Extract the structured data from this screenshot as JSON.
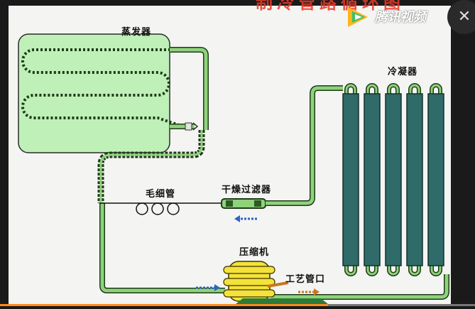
{
  "diagram": {
    "evaporator_label": "蒸发器",
    "condenser_label": "冷凝器",
    "capillary_label": "毛细管",
    "filter_drier_label": "干燥过滤器",
    "compressor_label": "压缩机",
    "process_pipe_label": "工艺管口"
  },
  "overlay": {
    "title_text": "制冷管路循环图",
    "watermark_text": "腾讯视频",
    "close_glyph": "✕"
  },
  "player": {
    "progress": 0.69
  },
  "colors": {
    "evaporator_fill": "#bff0b8",
    "pipe": "#8fd27c",
    "pipe_outline": "#1e3b17",
    "condenser_tube": "#2f6b68",
    "compressor": "#f4e23a",
    "flow_arrow": "#2c63c4",
    "process_arrow": "#c8771e",
    "progress": "#ff8a1a"
  }
}
